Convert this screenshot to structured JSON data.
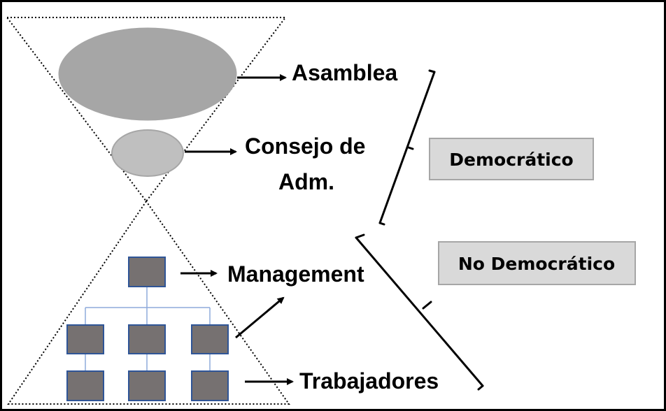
{
  "colors": {
    "ellipse_large": "#a6a6a6",
    "ellipse_small": "#bfbfbf",
    "org_box_fill": "#767171",
    "org_box_stroke": "#2f5597",
    "connector": "#8eaadb",
    "label_box_fill": "#d9d9d9",
    "label_box_stroke": "#a6a6a6"
  },
  "labels": {
    "asamblea": "Asamblea",
    "consejo_line1": "Consejo de",
    "consejo_line2": "Adm.",
    "management": "Management",
    "trabajadores": "Trabajadores"
  },
  "categories": {
    "democratico": "Democrático",
    "no_democratico": "No Democrático"
  }
}
